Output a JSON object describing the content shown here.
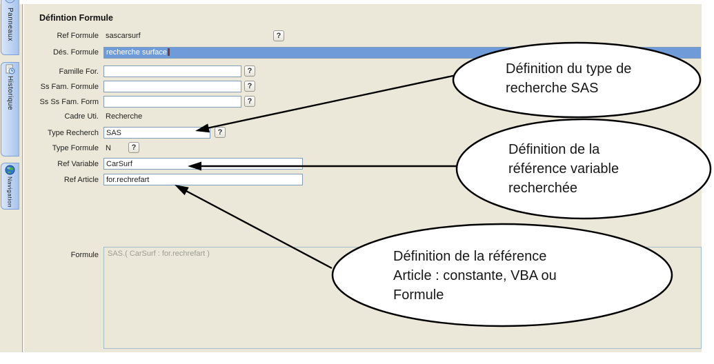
{
  "sidebar": {
    "tabs": [
      {
        "label": "Panneaux"
      },
      {
        "label": "Historique"
      },
      {
        "label": "Navigation"
      }
    ]
  },
  "form": {
    "title": "Défintion Formule",
    "help_label": "?",
    "ref_formule": {
      "label": "Ref Formule",
      "value": "sascarsurf"
    },
    "des_formule": {
      "label": "Dés. Formule",
      "value": "recherche surface"
    },
    "famille": {
      "label": "Famille For.",
      "value": ""
    },
    "ss_fam": {
      "label": "Ss Fam. Formule",
      "value": ""
    },
    "ss_ss_fam": {
      "label": "Ss Ss Fam. Form",
      "value": ""
    },
    "cadre": {
      "label": "Cadre Uti.",
      "value": "Recherche"
    },
    "type_recherch": {
      "label": "Type Recherch",
      "value": "SAS"
    },
    "type_formule": {
      "label": "Type Formule",
      "value": "N"
    },
    "ref_variable": {
      "label": "Ref Variable",
      "value": "CarSurf"
    },
    "ref_article": {
      "label": "Ref Article",
      "value": "for.rechrefart"
    },
    "formule": {
      "label": "Formule",
      "value": "SAS.( CarSurf : for.rechrefart )"
    }
  },
  "callouts": {
    "c1": {
      "lines": [
        "Définition du type de",
        "recherche SAS"
      ]
    },
    "c2": {
      "lines": [
        "Définition de la",
        "référence variable",
        "recherchée"
      ]
    },
    "c3": {
      "lines": [
        "Définition de la référence",
        "Article : constante, VBA ou",
        "Formule"
      ]
    }
  }
}
